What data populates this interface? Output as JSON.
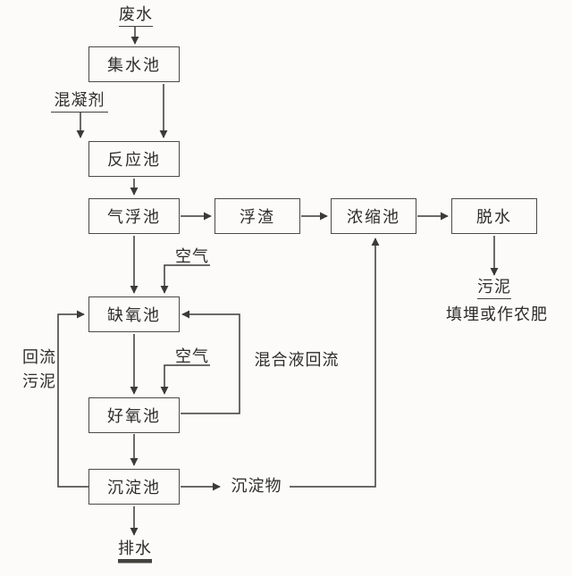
{
  "colors": {
    "background": "#fcfbf9",
    "line": "#3c3a37",
    "box_border": "#4c4a47",
    "text": "#2e2d2b"
  },
  "nodes": {
    "wastewater": "废水",
    "collection_tank": "集水池",
    "coagulant": "混凝剂",
    "reaction_tank": "反应池",
    "flotation_tank": "气浮池",
    "scum": "浮渣",
    "thickener_tank": "浓缩池",
    "dewatering": "脱水",
    "sludge": "污泥",
    "sludge_disposal": "填埋或作农肥",
    "air": "空气",
    "anoxic_tank": "缺氧池",
    "aerobic_tank": "好氧池",
    "mixed_liquor_return": "混合液回流",
    "return_sludge_line1": "回流",
    "return_sludge_line2": "污泥",
    "sedimentation_tank": "沉淀池",
    "sediment": "沉淀物",
    "effluent": "排水"
  }
}
